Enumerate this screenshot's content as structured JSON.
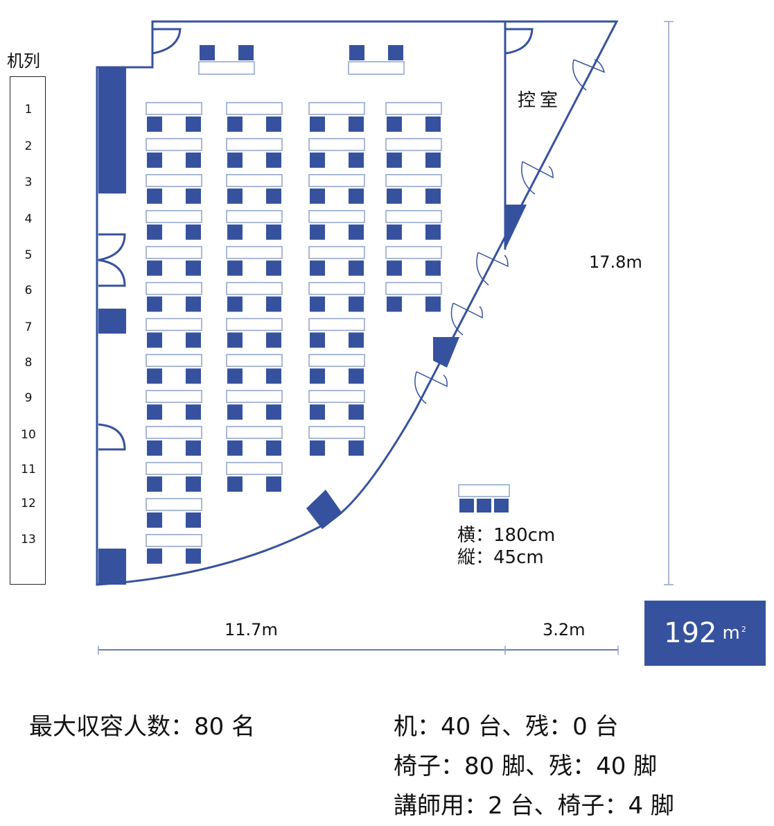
{
  "legend": {
    "row_header": "机列",
    "rows": [
      "1",
      "2",
      "3",
      "4",
      "5",
      "6",
      "7",
      "8",
      "9",
      "10",
      "11",
      "12",
      "13"
    ]
  },
  "room": {
    "side_room_label": "控室",
    "dimensions": {
      "height": "17.8m",
      "width_main": "11.7m",
      "width_side": "3.2m"
    },
    "area": {
      "value": "192",
      "unit": "m",
      "unit_sup": "2"
    },
    "desk_columns_rows": [
      13,
      11,
      10,
      6
    ],
    "lecturer_desks": 2,
    "colors": {
      "wall": "#36529e",
      "chair": "#36529e",
      "desk_border": "#8ea0cc",
      "dim_line": "#8ea0cc"
    }
  },
  "desk_spec": {
    "width": "横：180cm",
    "depth": "縦：45cm"
  },
  "summary": {
    "capacity": "最大収容人数：80 名",
    "desks": "机：40 台、残：0 台",
    "chairs": "椅子：80 脚、残：40 脚",
    "lecturer": "講師用：2 台、椅子：4 脚"
  }
}
